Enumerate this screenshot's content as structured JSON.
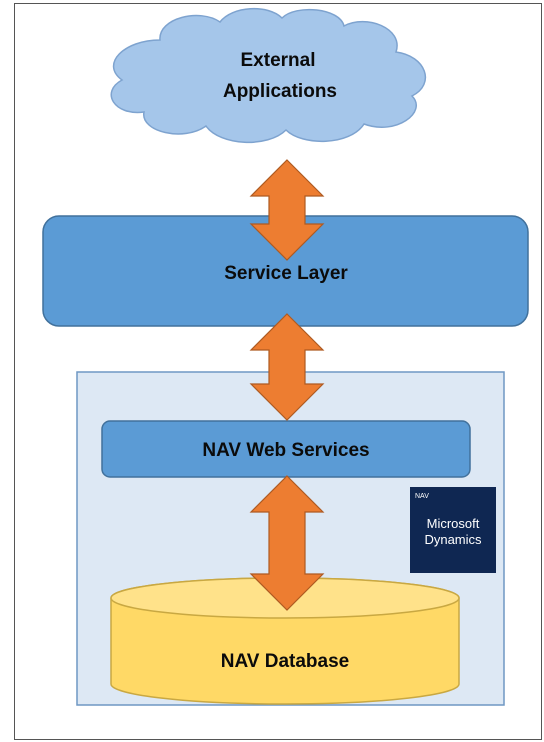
{
  "cloud": {
    "line1": "External",
    "line2": "Applications"
  },
  "service_layer": {
    "label": "Service Layer"
  },
  "web_services": {
    "label": "NAV Web Services"
  },
  "database": {
    "label": "NAV Database"
  },
  "logo": {
    "small": "NAV",
    "line1": "Microsoft",
    "line2": "Dynamics"
  },
  "colors": {
    "cloud_fill": "#a5c6ea",
    "cloud_stroke": "#7ea3cf",
    "box_fill": "#5b9bd5",
    "box_stroke": "#41719c",
    "container_fill": "#dde8f4",
    "container_stroke": "#6f97c3",
    "db_fill": "#ffd966",
    "db_stroke": "#c9a842",
    "arrow_fill": "#ed7d31",
    "arrow_stroke": "#ae5a21",
    "logo_bg": "#0f2752"
  }
}
